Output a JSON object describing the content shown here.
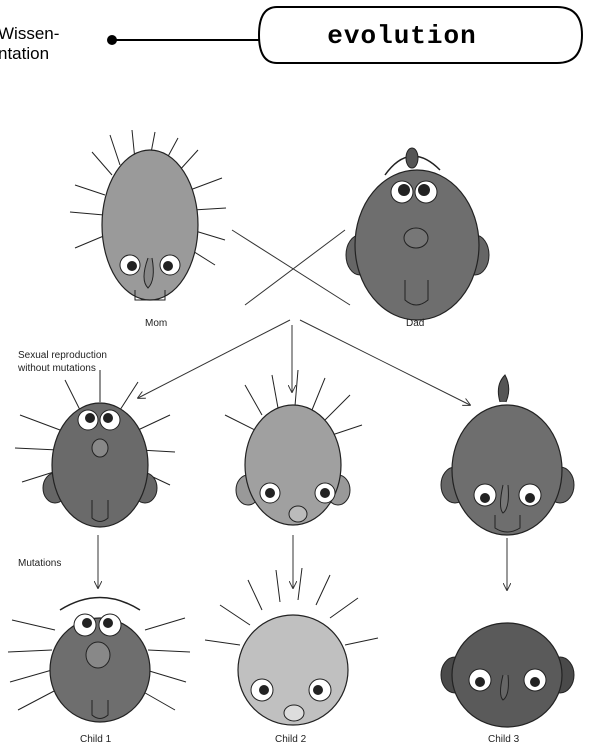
{
  "header": {
    "left_lines": [
      "Wissen-",
      "ntation"
    ],
    "title": "evolution"
  },
  "diagram": {
    "parents": {
      "mom": "Mom",
      "dad": "Dad"
    },
    "annotations": {
      "sexual_line1": "Sexual reproduction",
      "sexual_line2": "without mutations",
      "mutations": "Mutations"
    },
    "children": [
      "Child 1",
      "Child 2",
      "Child 3"
    ]
  }
}
